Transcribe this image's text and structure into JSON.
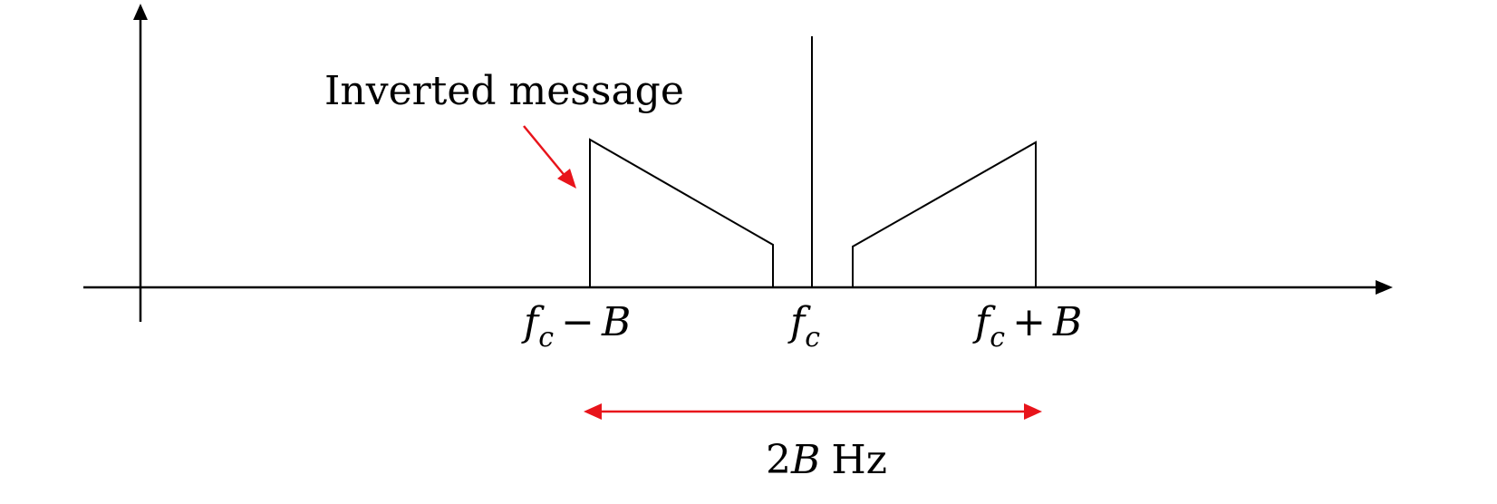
{
  "annotation": "Inverted message",
  "ticks": {
    "lower_f": "f",
    "lower_sub": "c",
    "lower_op": "−",
    "lower_B": "B",
    "center_f": "f",
    "center_sub": "c",
    "upper_f": "f",
    "upper_sub": "c",
    "upper_op": "+",
    "upper_B": "B"
  },
  "bandwidth": {
    "num": "2",
    "var": "B",
    "unit": "Hz"
  },
  "colors": {
    "ink": "#000000",
    "highlight": "#e8141b"
  }
}
